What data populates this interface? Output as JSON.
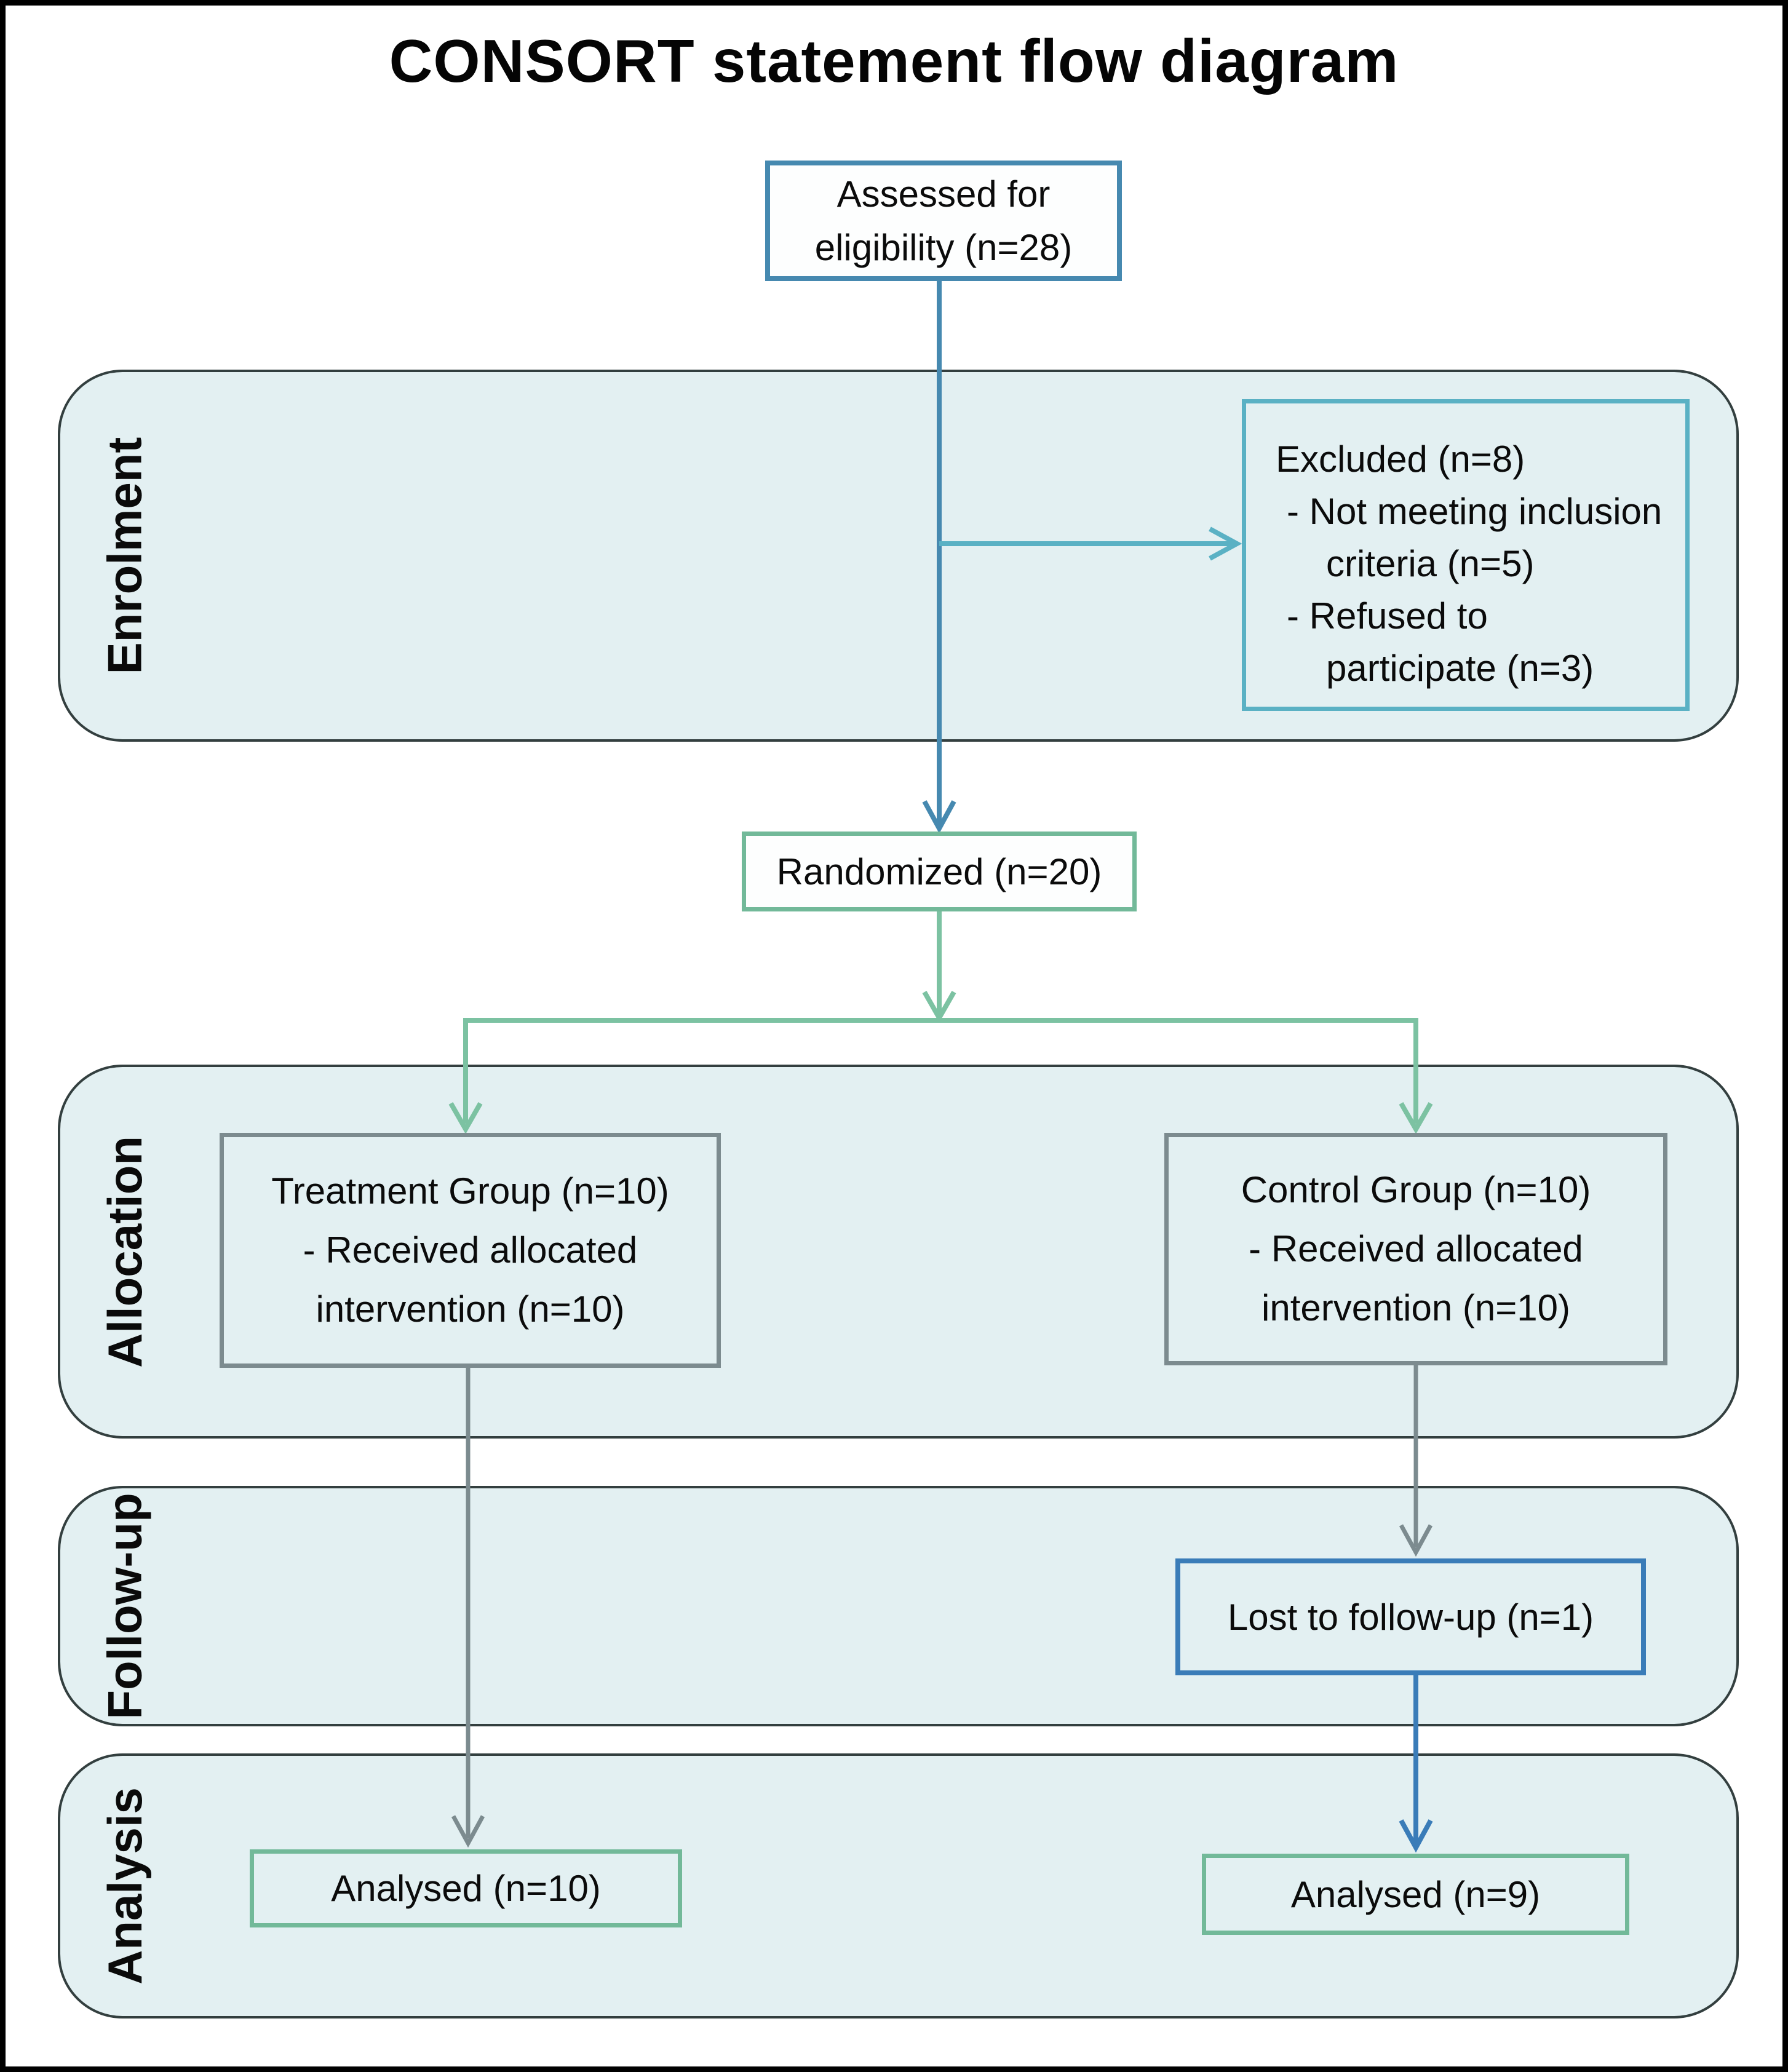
{
  "title": "CONSORT statement flow diagram",
  "palette": {
    "band_fill": "#e3f0f2",
    "band_border": "#333f3f",
    "steel_blue_arrow": "#4689b0",
    "teal_arrow": "#5ab1c4",
    "green_arrow": "#7cc2a2",
    "green_box_border": "#72b999",
    "gray_arrow": "#7c8b8f",
    "blue_box_border": "#3a7cb8",
    "text": "#0b0b0b"
  },
  "bands": {
    "enrolment": {
      "label": "Enrolment"
    },
    "allocation": {
      "label": "Allocation"
    },
    "follow_up": {
      "label": "Follow-up"
    },
    "analysis": {
      "label": "Analysis"
    }
  },
  "boxes": {
    "assessed": {
      "lines": [
        "Assessed for",
        "eligibility (n=28)"
      ]
    },
    "excluded": {
      "lines": [
        "Excluded (n=8)",
        "- Not meeting inclusion",
        "criteria (n=5)",
        "- Refused to",
        "participate (n=3)"
      ]
    },
    "randomized": {
      "label": "Randomized (n=20)"
    },
    "treatment": {
      "lines": [
        "Treatment Group (n=10)",
        "- Received allocated",
        "intervention (n=10)"
      ]
    },
    "control": {
      "lines": [
        "Control Group (n=10)",
        "- Received allocated",
        "intervention (n=10)"
      ]
    },
    "lost": {
      "label": "Lost to follow-up (n=1)"
    },
    "analysed_treatment": {
      "label": "Analysed (n=10)"
    },
    "analysed_control": {
      "label": "Analysed (n=9)"
    }
  }
}
